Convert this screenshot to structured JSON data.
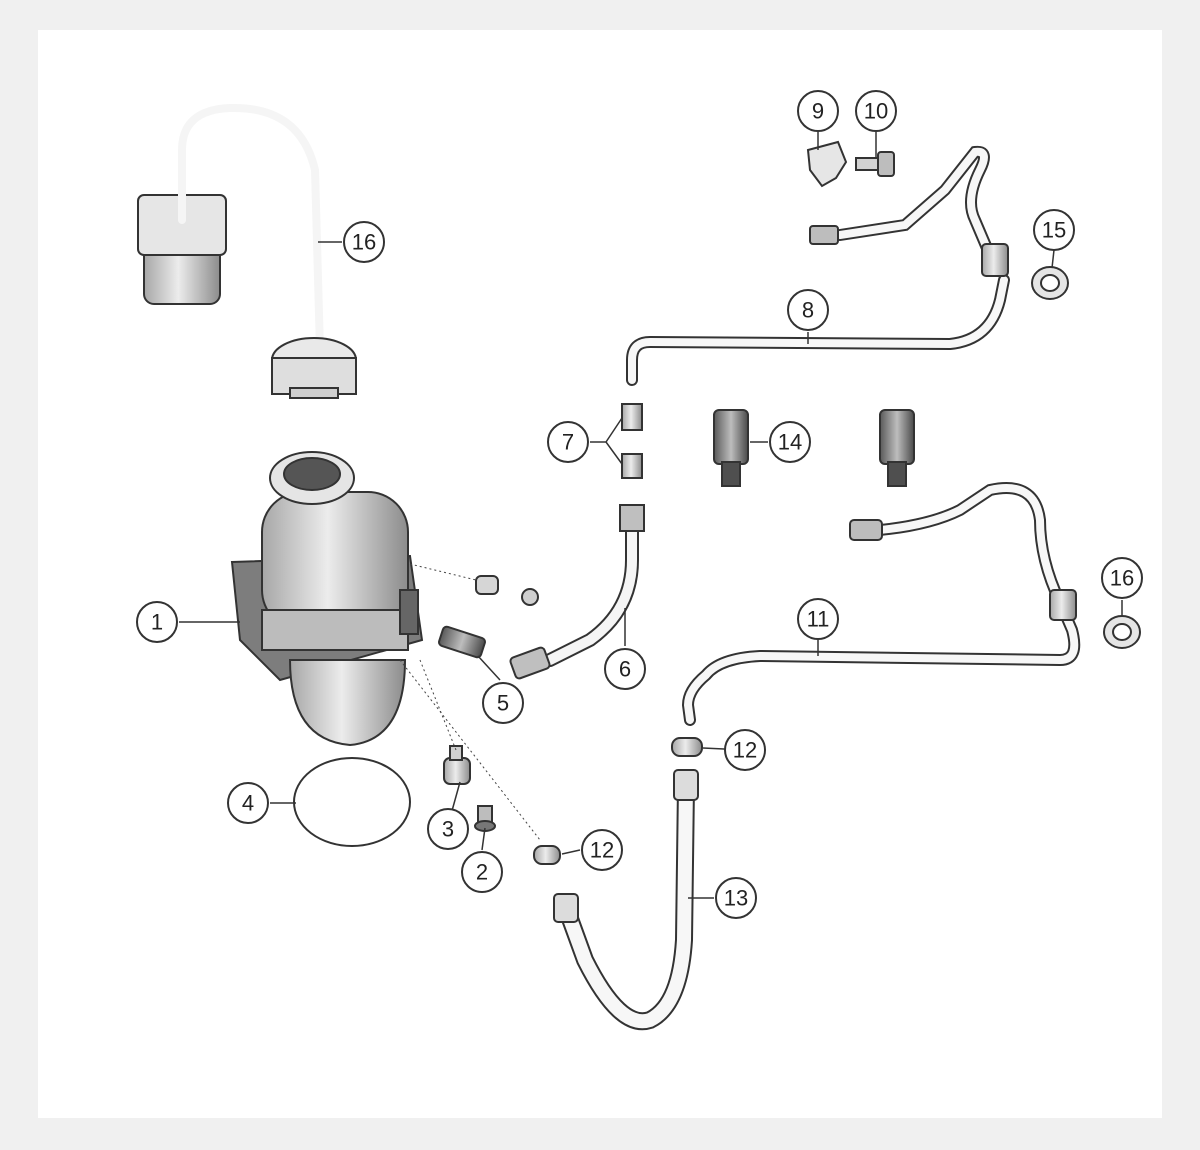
{
  "callouts": {
    "c1": "1",
    "c2": "2",
    "c3": "3",
    "c4": "4",
    "c5": "5",
    "c6": "6",
    "c7": "7",
    "c8": "8",
    "c9": "9",
    "c10": "10",
    "c11": "11",
    "c12a": "12",
    "c12b": "12",
    "c13": "13",
    "c14": "14",
    "c15": "15",
    "c16a": "16",
    "c16b": "16"
  },
  "colors": {
    "background": "#f0f0f0",
    "paper": "#ffffff",
    "line": "#333333",
    "light_gray": "#cfcfcf",
    "mid_gray": "#9a9a9a",
    "dark_gray": "#555555"
  }
}
